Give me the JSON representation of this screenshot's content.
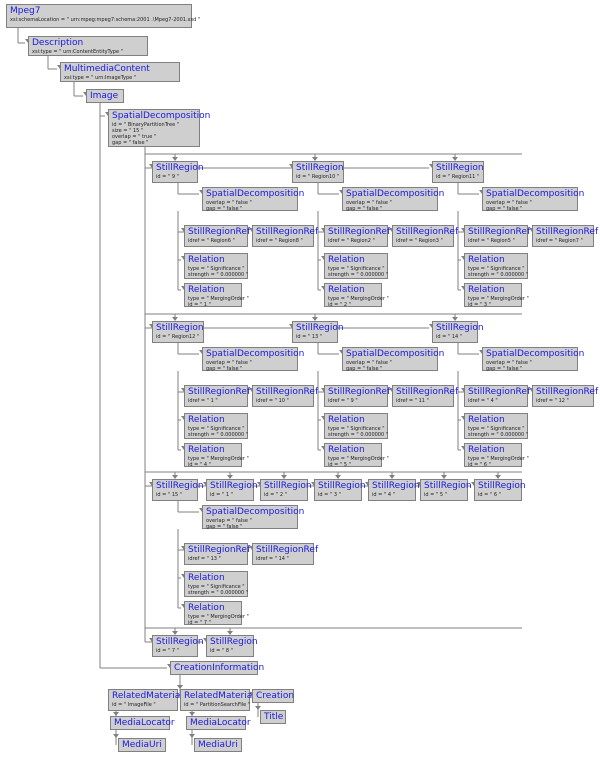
{
  "colors": {
    "node_fill": "#cfcfcf",
    "node_border": "#808080",
    "title_text": "#1a1adf",
    "edge": "#808080"
  },
  "nodes": {
    "mpeg7": {
      "title": "Mpeg7",
      "attrs": [
        "xsi:schemaLocation = \" urn:mpeg:mpeg7:schema:2001 .\\Mpeg7-2001.xsd \""
      ]
    },
    "desc": {
      "title": "Description",
      "attrs": [
        "xsi:type = \" urn:ContentEntityType \""
      ]
    },
    "mmc": {
      "title": "MultimediaContent",
      "attrs": [
        "xsi:type = \" urn:ImageType \""
      ]
    },
    "image": {
      "title": "Image",
      "attrs": []
    },
    "sd_root": {
      "title": "SpatialDecomposition",
      "attrs": [
        "id = \" BinaryPartitionTree \"",
        "size = \" 15 \"",
        "overlap = \" true \"",
        "gap = \" false \""
      ]
    },
    "sr9": {
      "title": "StillRegion",
      "attrs": [
        "id = \" 9 \""
      ]
    },
    "sd9": {
      "title": "SpatialDecomposition",
      "attrs": [
        "overlap = \" false \"",
        "gap = \" false \""
      ]
    },
    "sr9_ref1": {
      "title": "StillRegionRef",
      "attrs": [
        "idref = \" Region6 \""
      ]
    },
    "sr9_ref2": {
      "title": "StillRegionRef",
      "attrs": [
        "idref = \" Region8 \""
      ]
    },
    "sr9_rel1": {
      "title": "Relation",
      "attrs": [
        "type = \" Significance \"",
        "strength = \" 0.000000 \""
      ]
    },
    "sr9_rel2": {
      "title": "Relation",
      "attrs": [
        "type = \" MergingOrder \"",
        "id = \" 1 \""
      ]
    },
    "sr10": {
      "title": "StillRegion",
      "attrs": [
        "id = \" Region10 \""
      ]
    },
    "sd10": {
      "title": "SpatialDecomposition",
      "attrs": [
        "overlap = \" false \"",
        "gap = \" false \""
      ]
    },
    "sr10_ref1": {
      "title": "StillRegionRef",
      "attrs": [
        "idref = \" Region2 \""
      ]
    },
    "sr10_ref2": {
      "title": "StillRegionRef",
      "attrs": [
        "idref = \" Region3 \""
      ]
    },
    "sr10_rel1": {
      "title": "Relation",
      "attrs": [
        "type = \" Significance \"",
        "strength = \" 0.000000 \""
      ]
    },
    "sr10_rel2": {
      "title": "Relation",
      "attrs": [
        "type = \" MergingOrder \"",
        "id = \" 2 \""
      ]
    },
    "sr11": {
      "title": "StillRegion",
      "attrs": [
        "id = \" Region11 \""
      ]
    },
    "sd11": {
      "title": "SpatialDecomposition",
      "attrs": [
        "overlap = \" false \"",
        "gap = \" false \""
      ]
    },
    "sr11_ref1": {
      "title": "StillRegionRef",
      "attrs": [
        "idref = \" Region5 \""
      ]
    },
    "sr11_ref2": {
      "title": "StillRegionRef",
      "attrs": [
        "idref = \" Region7 \""
      ]
    },
    "sr11_rel1": {
      "title": "Relation",
      "attrs": [
        "type = \" Significance \"",
        "strength = \" 0.000000 \""
      ]
    },
    "sr11_rel2": {
      "title": "Relation",
      "attrs": [
        "type = \" MergingOrder \"",
        "id = \" 3 \""
      ]
    },
    "sr12": {
      "title": "StillRegion",
      "attrs": [
        "id = \" Region12 \""
      ]
    },
    "sd12": {
      "title": "SpatialDecomposition",
      "attrs": [
        "overlap = \" false \"",
        "gap = \" false \""
      ]
    },
    "sr12_ref1": {
      "title": "StillRegionRef",
      "attrs": [
        "idref = \" 1 \""
      ]
    },
    "sr12_ref2": {
      "title": "StillRegionRef",
      "attrs": [
        "idref = \" 10 \""
      ]
    },
    "sr12_rel1": {
      "title": "Relation",
      "attrs": [
        "type = \" Significance \"",
        "strength = \" 0.000000 \""
      ]
    },
    "sr12_rel2": {
      "title": "Relation",
      "attrs": [
        "type = \" MergingOrder \"",
        "id = \" 4 \""
      ]
    },
    "sr13": {
      "title": "StillRegion",
      "attrs": [
        "id = \" 13 \""
      ]
    },
    "sd13": {
      "title": "SpatialDecomposition",
      "attrs": [
        "overlap = \" false \"",
        "gap = \" false \""
      ]
    },
    "sr13_ref1": {
      "title": "StillRegionRef",
      "attrs": [
        "idref = \" 9 \""
      ]
    },
    "sr13_ref2": {
      "title": "StillRegionRef",
      "attrs": [
        "idref = \" 11 \""
      ]
    },
    "sr13_rel1": {
      "title": "Relation",
      "attrs": [
        "type = \" Significance \"",
        "strength = \" 0.000000 \""
      ]
    },
    "sr13_rel2": {
      "title": "Relation",
      "attrs": [
        "type = \" MergingOrder \"",
        "id = \" 5 \""
      ]
    },
    "sr14": {
      "title": "StillRegion",
      "attrs": [
        "id = \" 14 \""
      ]
    },
    "sd14": {
      "title": "SpatialDecomposition",
      "attrs": [
        "overlap = \" false \"",
        "gap = \" false \""
      ]
    },
    "sr14_ref1": {
      "title": "StillRegionRef",
      "attrs": [
        "idref = \" 4 \""
      ]
    },
    "sr14_ref2": {
      "title": "StillRegionRef",
      "attrs": [
        "idref = \" 12 \""
      ]
    },
    "sr14_rel1": {
      "title": "Relation",
      "attrs": [
        "type = \" Significance \"",
        "strength = \" 0.000000 \""
      ]
    },
    "sr14_rel2": {
      "title": "Relation",
      "attrs": [
        "type = \" MergingOrder \"",
        "id = \" 6 \""
      ]
    },
    "sr15": {
      "title": "StillRegion",
      "attrs": [
        "id = \" 15 \""
      ]
    },
    "sr1": {
      "title": "StillRegion",
      "attrs": [
        "id = \" 1 \""
      ]
    },
    "sr2": {
      "title": "StillRegion",
      "attrs": [
        "id = \" 2 \""
      ]
    },
    "sr3": {
      "title": "StillRegion",
      "attrs": [
        "id = \" 3 \""
      ]
    },
    "sr4": {
      "title": "StillRegion",
      "attrs": [
        "id = \" 4 \""
      ]
    },
    "sr5": {
      "title": "StillRegion",
      "attrs": [
        "id = \" 5 \""
      ]
    },
    "sr6": {
      "title": "StillRegion",
      "attrs": [
        "id = \" 6 \""
      ]
    },
    "sd15": {
      "title": "SpatialDecomposition",
      "attrs": [
        "overlap = \" false \"",
        "gap = \" false \""
      ]
    },
    "sr15_ref1": {
      "title": "StillRegionRef",
      "attrs": [
        "idref = \" 13 \""
      ]
    },
    "sr15_ref2": {
      "title": "StillRegionRef",
      "attrs": [
        "idref = \" 14 \""
      ]
    },
    "sr15_rel1": {
      "title": "Relation",
      "attrs": [
        "type = \" Significance \"",
        "strength = \" 0.000000 \""
      ]
    },
    "sr15_rel2": {
      "title": "Relation",
      "attrs": [
        "type = \" MergingOrder \"",
        "id = \" 7 \""
      ]
    },
    "sr7": {
      "title": "StillRegion",
      "attrs": [
        "id = \" 7 \""
      ]
    },
    "sr8": {
      "title": "StillRegion",
      "attrs": [
        "id = \" 8 \""
      ]
    },
    "ci": {
      "title": "CreationInformation",
      "attrs": []
    },
    "rm1": {
      "title": "RelatedMaterial",
      "attrs": [
        "id = \" ImageFile \""
      ]
    },
    "rm2": {
      "title": "RelatedMaterial",
      "attrs": [
        "id = \" PartitionSearchFile \""
      ]
    },
    "creation": {
      "title": "Creation",
      "attrs": []
    },
    "ml1": {
      "title": "MediaLocator",
      "attrs": []
    },
    "ml2": {
      "title": "MediaLocator",
      "attrs": []
    },
    "title": {
      "title": "Title",
      "attrs": []
    },
    "mu1": {
      "title": "MediaUri",
      "attrs": []
    },
    "mu2": {
      "title": "MediaUri",
      "attrs": []
    }
  }
}
